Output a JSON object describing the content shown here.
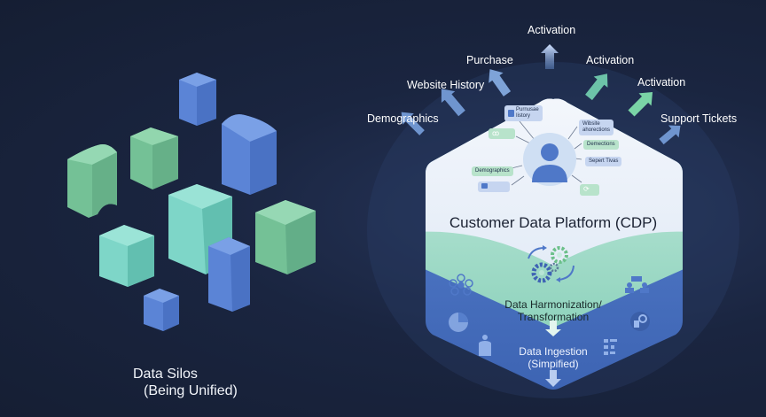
{
  "left_panel": {
    "title_line1": "Data Silos",
    "title_line2": "(Being Unified)",
    "silo_count": 9
  },
  "outputs": [
    {
      "label": "Demographics",
      "color": "#6f95cf"
    },
    {
      "label": "Website History",
      "color": "#6f95cf"
    },
    {
      "label": "Purchase",
      "color": "#7ea3d8"
    },
    {
      "label": "Activation",
      "color": "#b9cdf0"
    },
    {
      "label": "Activation",
      "color": "#6cc3a8"
    },
    {
      "label": "Activation",
      "color": "#7ad4a6"
    },
    {
      "label": "Support Tickets",
      "color": "#6f95cf"
    }
  ],
  "cdp": {
    "title": "Customer Data Platform (CDP)",
    "profile_icon": "person-silhouette-icon",
    "tags": [
      {
        "text1": "Purnusae",
        "text2": "Iistory",
        "icon": "person-icon",
        "style": "blue"
      },
      {
        "text1": "",
        "text2": "",
        "icon": "group-icon",
        "style": "green"
      },
      {
        "text1": "Demographics",
        "text2": "",
        "icon": "",
        "style": "green"
      },
      {
        "text1": "",
        "text2": "",
        "icon": "id-card-icon",
        "style": "blue"
      },
      {
        "text1": "Wibsite",
        "text2": "ahorections",
        "icon": "",
        "style": "blue"
      },
      {
        "text1": "Demections",
        "text2": "",
        "icon": "",
        "style": "green"
      },
      {
        "text1": "Sepert Tivas",
        "text2": "",
        "icon": "",
        "style": "blue"
      },
      {
        "text1": "",
        "text2": "",
        "icon": "refresh-icon",
        "style": "green"
      }
    ]
  },
  "layers": {
    "harmonization_line1": "Data Harmonization/",
    "harmonization_line2": "Transformation",
    "ingestion_line1": "Data Ingestion",
    "ingestion_line2": "(Simpified)"
  },
  "colors": {
    "background": "#17213a",
    "blue": "#5b84d6",
    "green": "#77c8a0",
    "teal": "#7ed6c8",
    "cdp_top": "#eef3fb",
    "harmonization": "#a9dfcd",
    "ingestion": "#4f78c8"
  }
}
